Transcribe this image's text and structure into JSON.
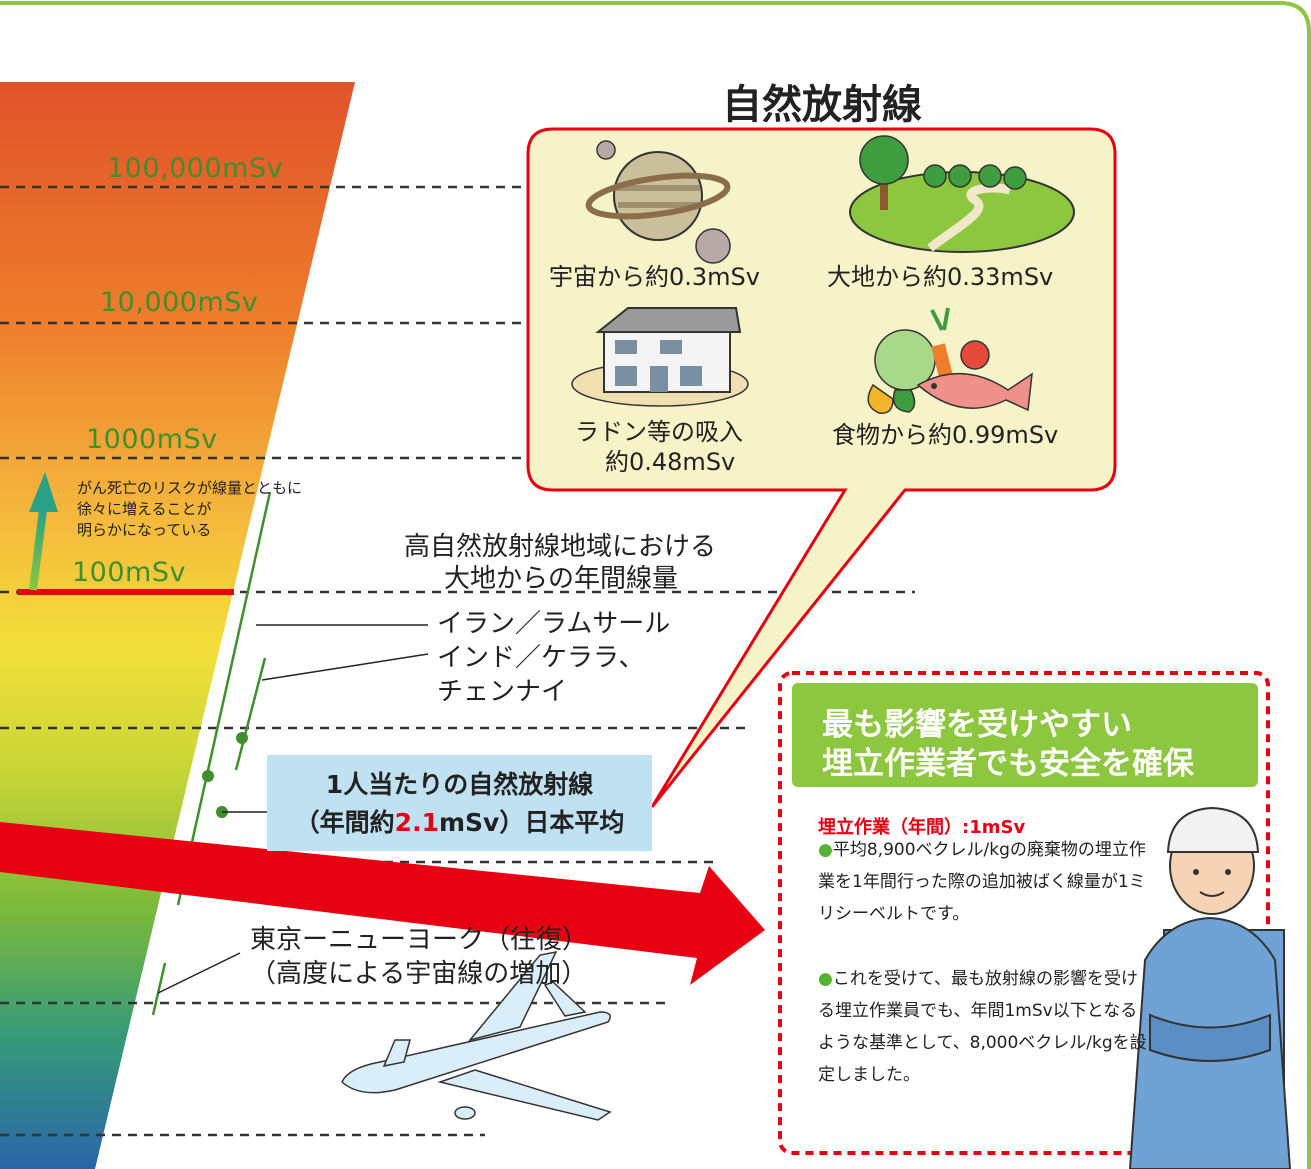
{
  "title": "自然放射線",
  "scale_labels": [
    "100,000mSv",
    "10,000mSv",
    "1000mSv",
    "100mSv"
  ],
  "risk_note": [
    "がん死亡のリスクが線量とともに",
    "徐々に増えることが",
    "明らかになっている"
  ],
  "natural_sources": [
    {
      "label": "宇宙から約0.3mSv",
      "icon": "planet-icon"
    },
    {
      "label": "大地から約0.33mSv",
      "icon": "forest-icon"
    },
    {
      "label_line1": "ラドン等の吸入",
      "label_line2": "約0.48mSv",
      "icon": "house-icon"
    },
    {
      "label": "食物から約0.99mSv",
      "icon": "food-icon"
    }
  ],
  "high_area": {
    "title_line1": "高自然放射線地域における",
    "title_line2": "大地からの年間線量",
    "place1": "イラン／ラムサール",
    "place2_line1": "インド／ケララ、",
    "place2_line2": "チェンナイ"
  },
  "average": {
    "line1": "1人当たりの自然放射線",
    "line2_prefix": "（年間約",
    "line2_value": "2.1",
    "line2_suffix": "mSv）日本平均"
  },
  "flight": {
    "line1": "東京ーニューヨーク（往復）",
    "line2": "（高度による宇宙線の増加）",
    "icon": "airplane-icon"
  },
  "worker_box": {
    "title_line1": "最も影響を受けやすい",
    "title_line2": "埋立作業者でも安全を確保",
    "subtitle": "埋立作業（年間）:1mSv",
    "bullet1": "平均8,900ベクレル/kgの廃棄物の埋立作業を1年間行った際の追加被ばく線量が1ミリシーベルトです。",
    "bullet2": "これを受けて、最も放射線の影響を受ける埋立作業員でも、年間1mSv以下となるような基準として、8,000ベクレル/kgを設定しました。",
    "bullet_mark": "●",
    "icon": "worker-icon"
  },
  "colors": {
    "frame": "#8dc63f",
    "accent_red": "#e60012",
    "scale_green": "#3e8f2d",
    "bubble_fill": "#f7f3c8",
    "box_head": "#8dc63f",
    "avg_box": "#bfe1f1"
  }
}
